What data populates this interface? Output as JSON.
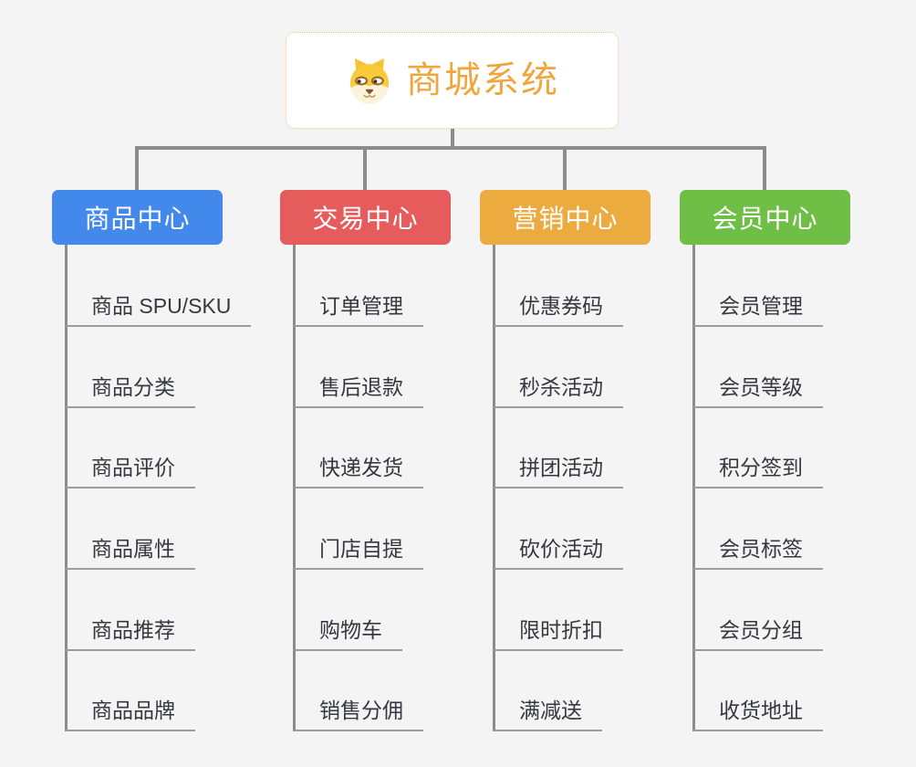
{
  "root": {
    "title": "商城系统",
    "icon": "dog-icon",
    "accent_color": "#F0A63E",
    "border_color": "#F0C68A"
  },
  "branches": [
    {
      "label": "商品中心",
      "color": "#4389EC",
      "children": [
        "商品 SPU/SKU",
        "商品分类",
        "商品评价",
        "商品属性",
        "商品推荐",
        "商品品牌"
      ]
    },
    {
      "label": "交易中心",
      "color": "#E65C5C",
      "children": [
        "订单管理",
        "售后退款",
        "快递发货",
        "门店自提",
        "购物车",
        "销售分佣"
      ]
    },
    {
      "label": "营销中心",
      "color": "#EBAB3F",
      "children": [
        "优惠券码",
        "秒杀活动",
        "拼团活动",
        "砍价活动",
        "限时折扣",
        "满减送"
      ]
    },
    {
      "label": "会员中心",
      "color": "#6FBE46",
      "children": [
        "会员管理",
        "会员等级",
        "积分签到",
        "会员标签",
        "会员分组",
        "收货地址"
      ]
    }
  ]
}
